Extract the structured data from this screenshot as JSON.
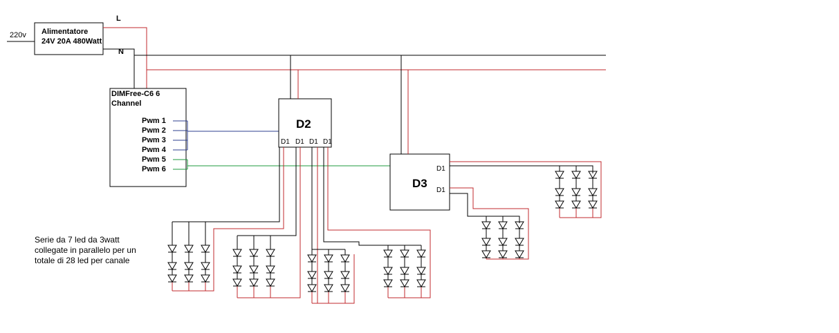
{
  "input_voltage": "220v",
  "psu": {
    "line1": "Alimentatore",
    "line2": "24V 20A 480Watt"
  },
  "line_l": "L",
  "line_n": "N",
  "controller": {
    "line1": "DIMFree-C6 6",
    "line2": "Channel",
    "pwm": [
      "Pwm 1",
      "Pwm 2",
      "Pwm 3",
      "Pwm 4",
      "Pwm 5",
      "Pwm 6"
    ]
  },
  "d2": {
    "title": "D2",
    "outputs": [
      "D1",
      "D1",
      "D1",
      "D1"
    ]
  },
  "d3": {
    "title": "D3",
    "outputs": [
      "D1",
      "D1"
    ]
  },
  "note": "Serie da 7 led da 3watt collegate in parallelo per un totale di 28 led per canale",
  "colors": {
    "line": "#000000",
    "live": "#c0282d",
    "pwm_blue": "#2e3f8f",
    "pwm_green": "#1e9a3c"
  }
}
